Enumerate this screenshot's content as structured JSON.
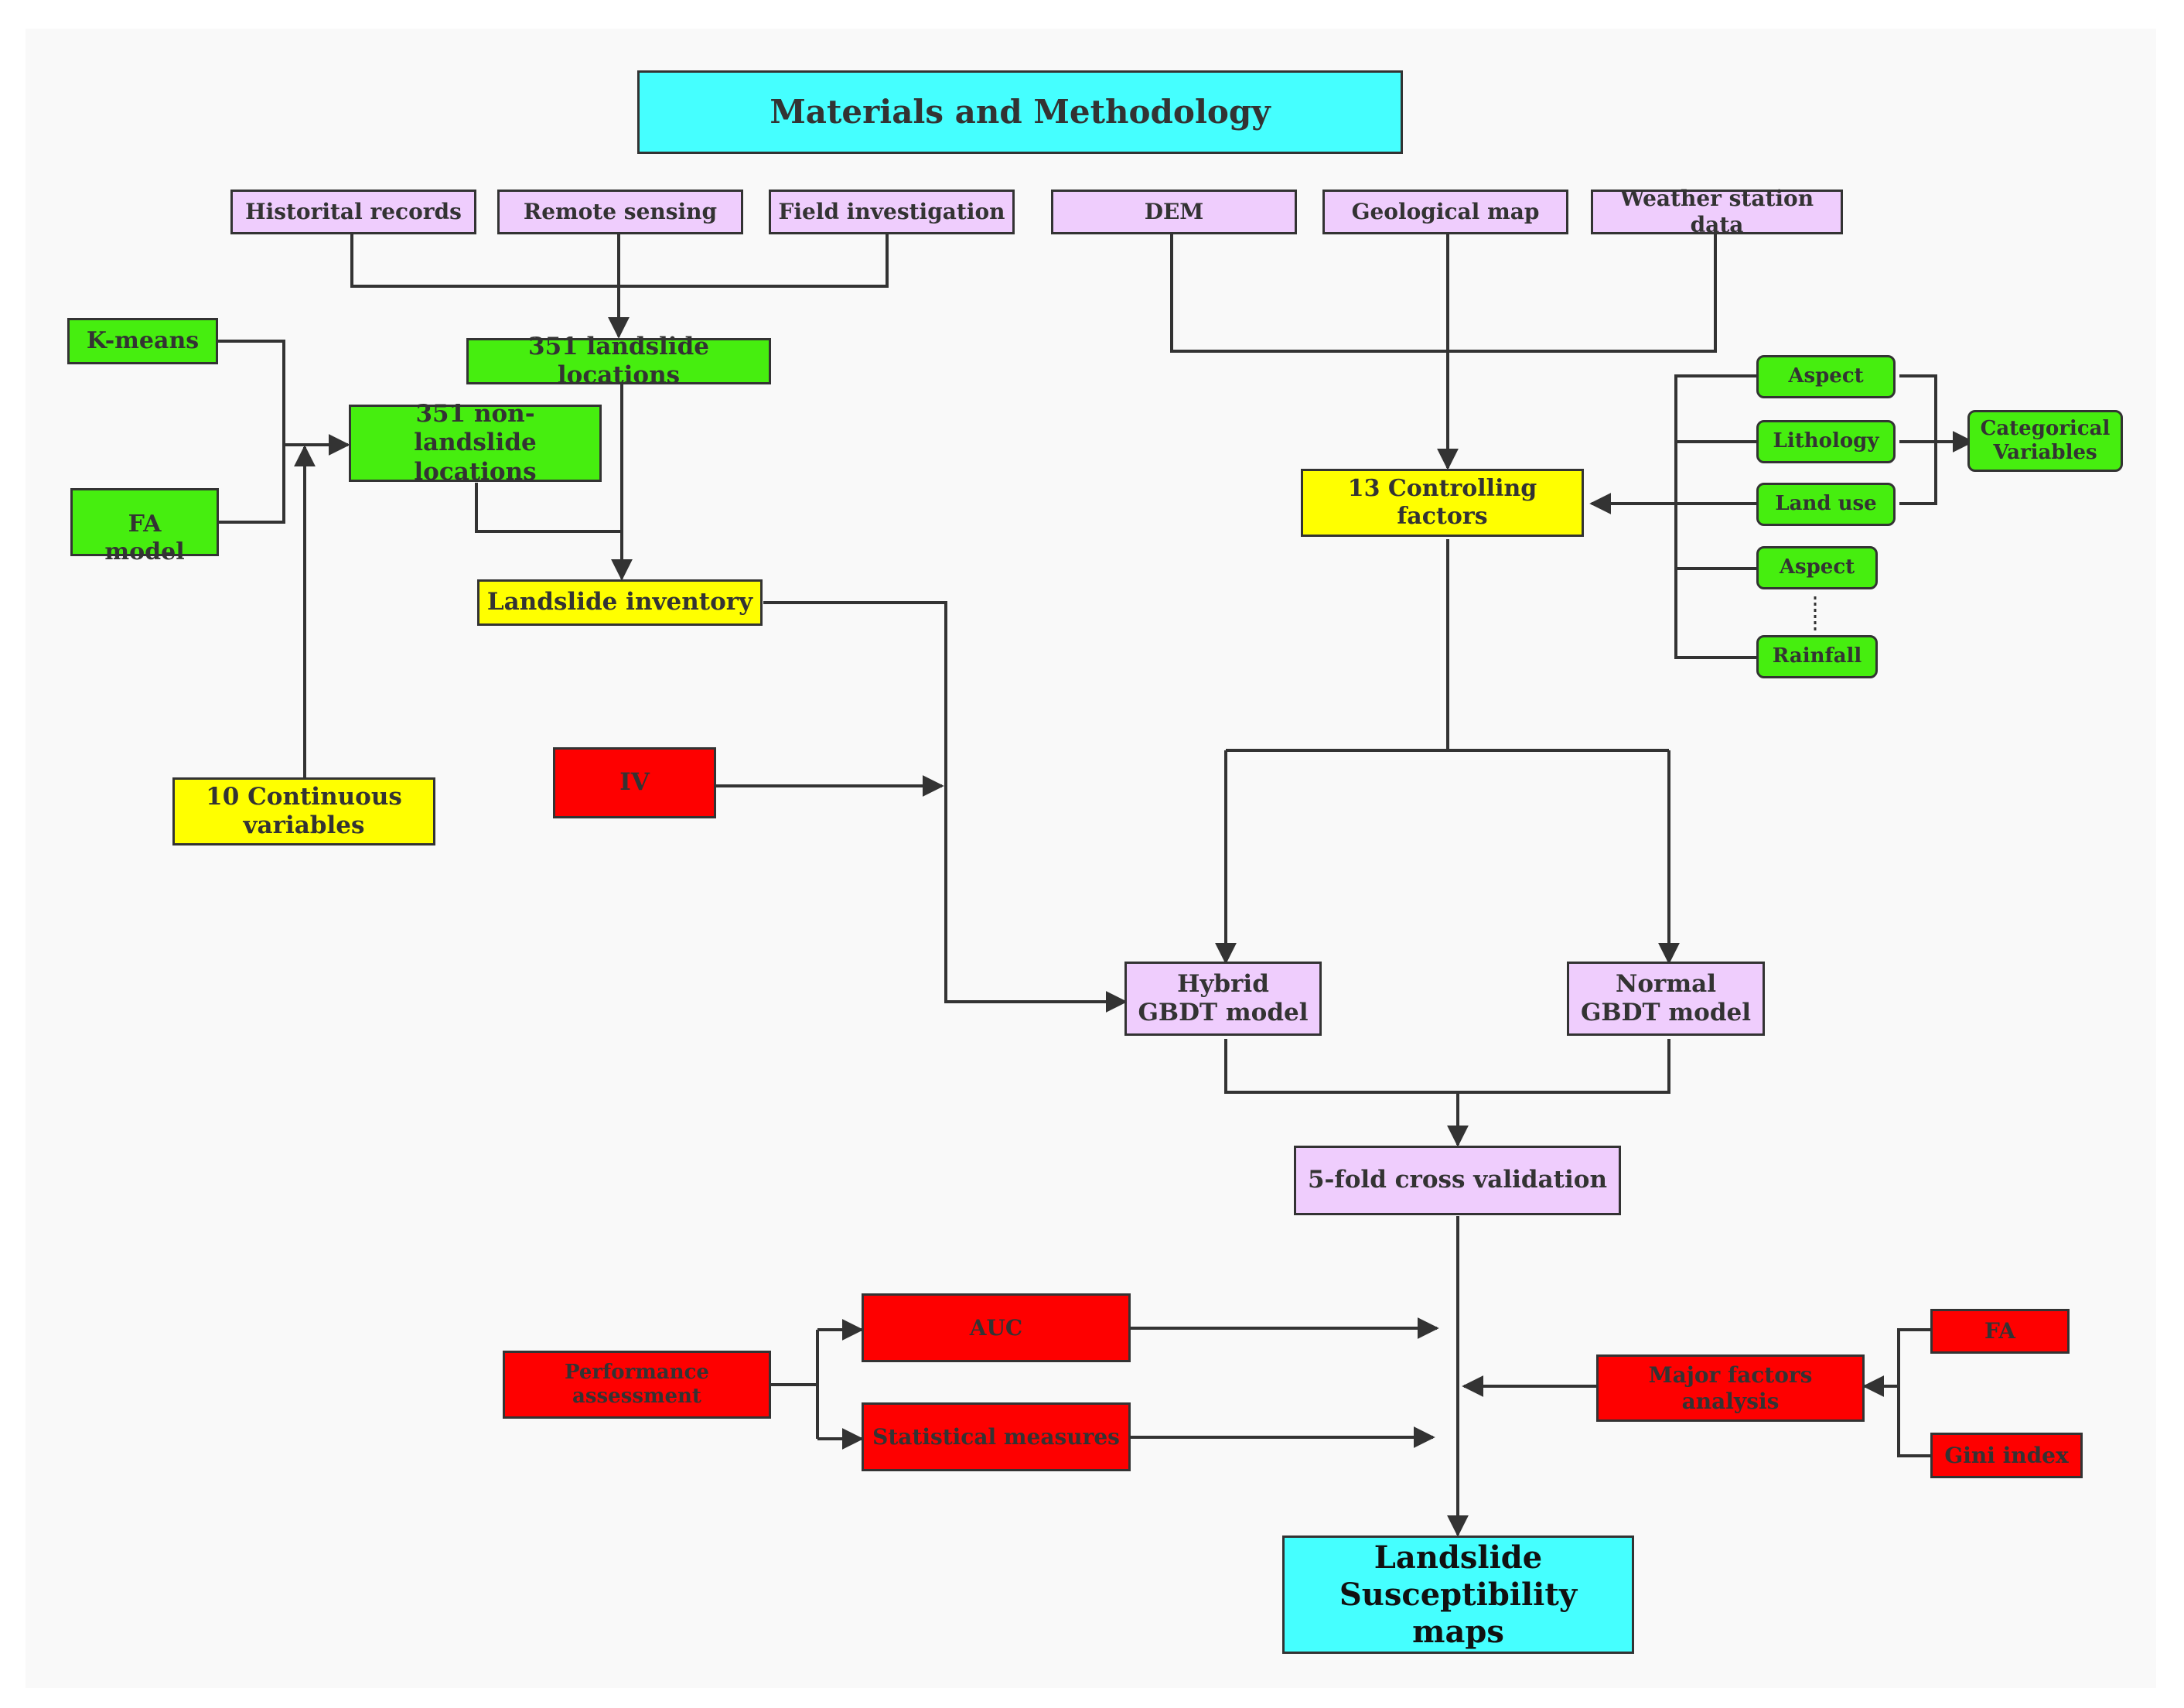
{
  "diagram": {
    "title": "Materials and Methodology",
    "sources": {
      "historical_records": "Historital records",
      "remote_sensing": "Remote sensing",
      "field_investigation": "Field investigation",
      "dem": "DEM",
      "geological_map": "Geological map",
      "weather_station_data": "Weather station data"
    },
    "kmeans": "K-means",
    "fa_model": "FA\nmodel",
    "landslide_locations": "351 landslide locations",
    "non_landslide_locations": "351 non-landslide\nlocations",
    "landslide_inventory": "Landslide inventory",
    "continuous_variables": "10 Continuous\nvariables",
    "iv": "IV",
    "controlling_factors": "13 Controlling factors",
    "factors": {
      "aspect_1": "Aspect",
      "lithology": "Lithology",
      "land_use": "Land use",
      "aspect_2": "Aspect",
      "rainfall": "Rainfall"
    },
    "categorical_variables": "Categorical\nVariables",
    "hybrid_model": "Hybrid\nGBDT model",
    "normal_model": "Normal\nGBDT model",
    "cross_validation": "5-fold cross validation",
    "performance_assessment": "Performance\nassessment",
    "auc": "AUC",
    "statistical_measures": "Statistical measures",
    "major_factors_analysis": "Major factors analysis",
    "fa": "FA",
    "gini_index": "Gini index",
    "output": "Landslide\nSusceptibility maps"
  },
  "colors": {
    "cyan": "#45ffff",
    "purple": "#efcdfd",
    "green": "#46ee0f",
    "yellow": "#ffff00",
    "red": "#fe0000",
    "line": "#333333",
    "background": "#f9f9f9"
  }
}
